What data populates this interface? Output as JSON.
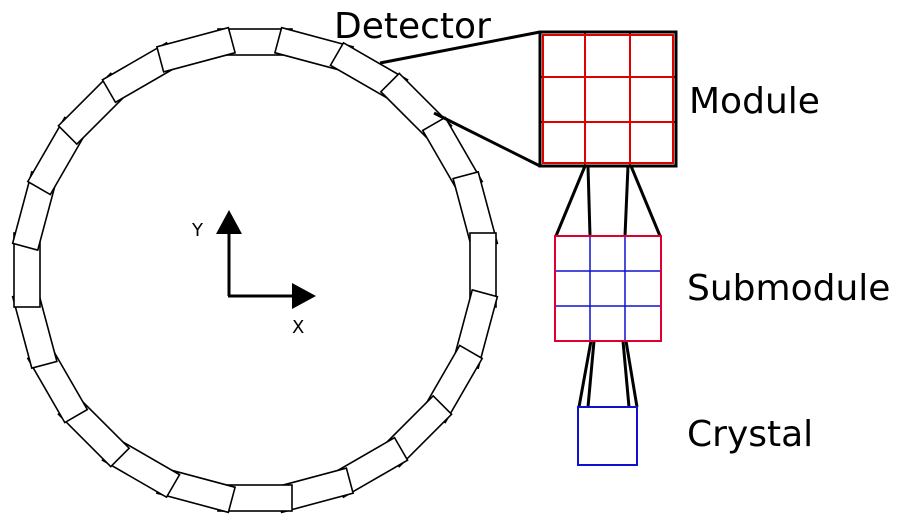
{
  "labels": {
    "detector": "Detector",
    "module": "Module",
    "submodule": "Submodule",
    "crystal": "Crystal",
    "axis_x": "X",
    "axis_y": "Y"
  },
  "ring": {
    "detector_count": 24
  },
  "colors": {
    "outline": "#000000",
    "module_grid": "#e00000",
    "submodule_grid": "#1010d0",
    "crystal_border": "#1010d0",
    "submodule_border": "#e00030"
  }
}
